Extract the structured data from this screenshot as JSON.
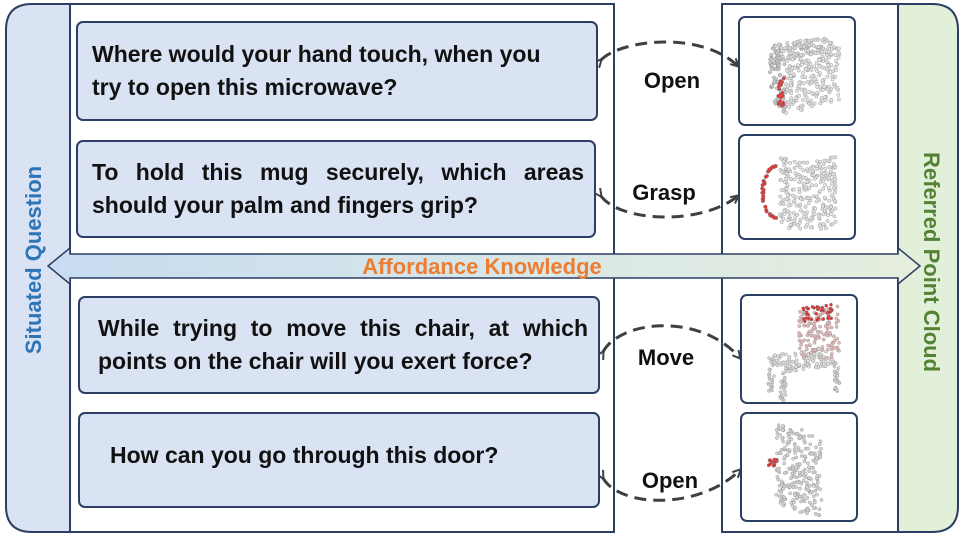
{
  "left_panel": {
    "label": "Situated Question"
  },
  "right_panel": {
    "label": "Referred Point Cloud"
  },
  "band": {
    "label": "Affordance Knowledge"
  },
  "questions": [
    {
      "lines": [
        "Where would your hand touch, when you",
        "try to open this microwave?"
      ],
      "action": "Open",
      "object": "microwave"
    },
    {
      "lines": [
        "To hold this mug securely, which areas",
        "should your palm and fingers grip?"
      ],
      "action": "Grasp",
      "object": "mug"
    },
    {
      "lines": [
        "While trying to move this chair, at which",
        "points on the chair will you exert force?"
      ],
      "action": "Move",
      "object": "chair"
    },
    {
      "lines": [
        "How can you go through this door?"
      ],
      "action": "Open",
      "object": "door"
    }
  ],
  "colors": {
    "left_panel_bg": "#dae3f3",
    "right_panel_bg": "#e2efd9",
    "border": "#2c3e64",
    "band_text": "#ed7d31",
    "left_label": "#2e75b6",
    "right_label": "#548235",
    "highlight": "#e03030"
  }
}
